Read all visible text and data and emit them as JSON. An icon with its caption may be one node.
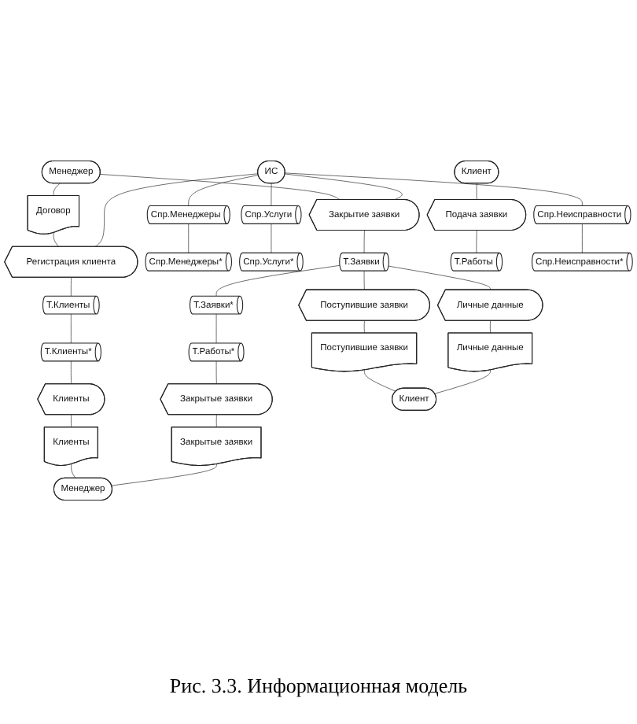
{
  "diagram": {
    "caption": "Рис. 3.3. Информационная модель",
    "nodes": [
      {
        "text": [
          "ИС"
        ]
      },
      {
        "text": [
          "Менеджер"
        ]
      },
      {
        "text": [
          "Клиент"
        ]
      },
      {
        "text": [
          "Договор"
        ]
      },
      {
        "text": [
          "Подача заявки"
        ]
      },
      {
        "text": [
          "Спр.Менеджеры"
        ]
      },
      {
        "text": [
          "Регистрация клиента"
        ]
      },
      {
        "text": [
          "Закрытие заявки"
        ]
      },
      {
        "text": [
          "Спр.Менеджеры*"
        ]
      },
      {
        "text": [
          "Спр.Услуги"
        ]
      },
      {
        "text": [
          "Спр.Услуги*"
        ]
      },
      {
        "text": [
          "Т.Клиенты"
        ]
      },
      {
        "text": [
          "Т.Заявки"
        ]
      },
      {
        "text": [
          "Т.Работы"
        ]
      },
      {
        "text": [
          "Т.Клиенты*"
        ]
      },
      {
        "text": [
          "Т.Заявки*"
        ]
      },
      {
        "text": [
          "Т.Работы*"
        ]
      },
      {
        "text": [
          "Спр.Неисправности"
        ]
      },
      {
        "text": [
          "Спр.Неисправности*"
        ]
      },
      {
        "text": [
          "Клиенты"
        ]
      },
      {
        "text": [
          "Закрытые заявки"
        ]
      },
      {
        "text": [
          "Поступившие заявки"
        ]
      },
      {
        "text": [
          "Личные данные"
        ]
      },
      {
        "text": [
          "Клиенты"
        ]
      },
      {
        "text": [
          "Закрытые заявки"
        ]
      },
      {
        "text": [
          "Поступившие заявки"
        ]
      },
      {
        "text": [
          "Личные данные"
        ]
      },
      {
        "text": [
          "Менеджер"
        ]
      },
      {
        "text": [
          "Клиент"
        ]
      }
    ],
    "edges": [
      {
        "from": 1,
        "to": 3,
        "arrow": "none"
      },
      {
        "from": 2,
        "to": 4,
        "arrow": "none"
      },
      {
        "from": 0,
        "to": 5,
        "arrow": "none"
      },
      {
        "from": 3,
        "to": 6,
        "arrow": "none"
      },
      {
        "from": 1,
        "to": 7,
        "arrow": "none"
      },
      {
        "from": 0,
        "to": 6,
        "arrow": "none"
      },
      {
        "from": 0,
        "to": 7,
        "arrow": "none"
      },
      {
        "from": 5,
        "to": 8,
        "arrow": "none"
      },
      {
        "from": 0,
        "to": 9,
        "arrow": "none"
      },
      {
        "from": 9,
        "to": 10,
        "arrow": "none"
      },
      {
        "from": 6,
        "to": 11,
        "arrow": "none"
      },
      {
        "from": 7,
        "to": 12,
        "arrow": "none"
      },
      {
        "from": 4,
        "to": 13,
        "arrow": "none"
      },
      {
        "from": 11,
        "to": 14,
        "arrow": "none"
      },
      {
        "from": 12,
        "to": 15,
        "arrow": "none"
      },
      {
        "from": 15,
        "to": 16,
        "arrow": "none"
      },
      {
        "from": 0,
        "to": 17,
        "arrow": "none"
      },
      {
        "from": 17,
        "to": 18,
        "arrow": "none"
      },
      {
        "from": 14,
        "to": 19,
        "arrow": "none"
      },
      {
        "from": 16,
        "to": 20,
        "arrow": "none"
      },
      {
        "from": 12,
        "to": 21,
        "arrow": "none"
      },
      {
        "from": 12,
        "to": 22,
        "arrow": "none"
      },
      {
        "from": 19,
        "to": 23,
        "arrow": "none"
      },
      {
        "from": 20,
        "to": 24,
        "arrow": "none"
      },
      {
        "from": 21,
        "to": 25,
        "arrow": "none"
      },
      {
        "from": 22,
        "to": 26,
        "arrow": "none"
      },
      {
        "from": 23,
        "to": 27,
        "arrow": "none"
      },
      {
        "from": 24,
        "to": 27,
        "arrow": "none"
      },
      {
        "from": 25,
        "to": 28,
        "arrow": "none"
      },
      {
        "from": 26,
        "to": 28,
        "arrow": "none"
      }
    ]
  }
}
